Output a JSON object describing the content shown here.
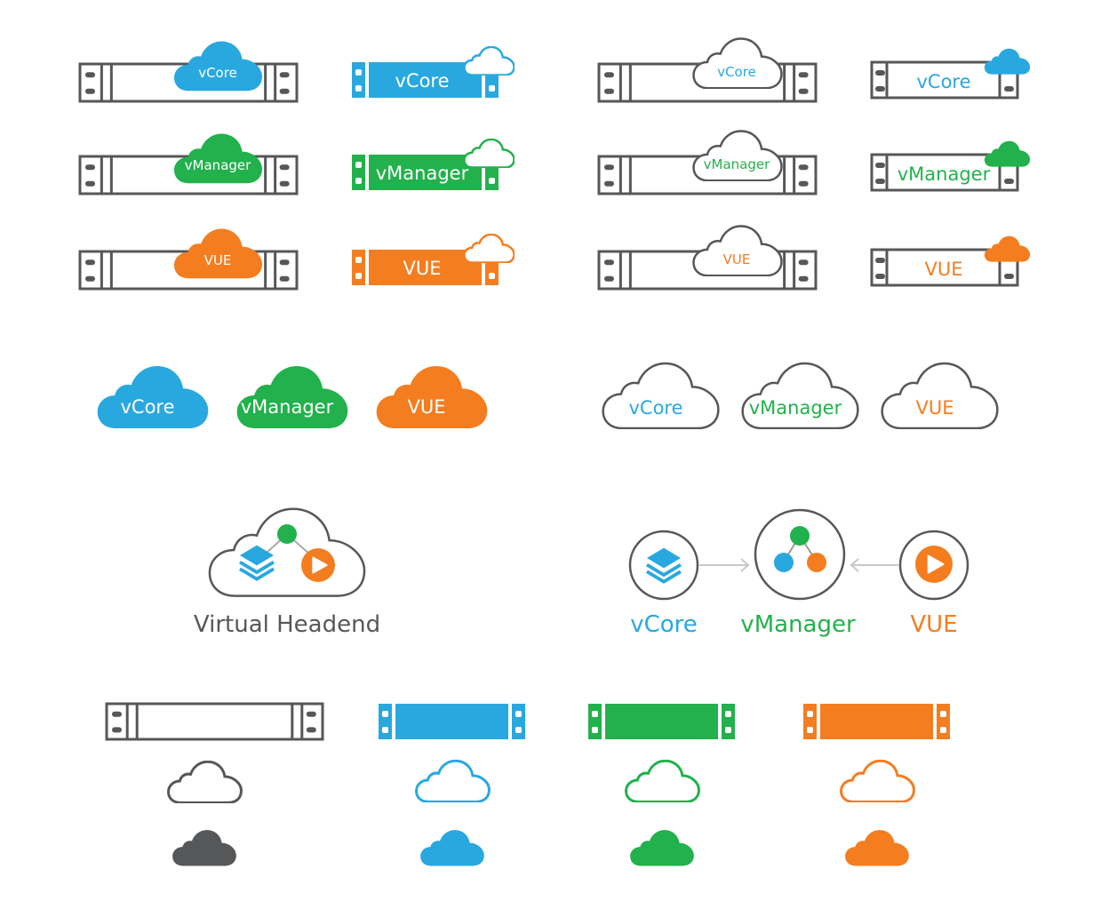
{
  "colors": {
    "blue": "#29a8e0",
    "green": "#22b14c",
    "orange": "#f47d20",
    "gray": "#555759",
    "arrow": "#c8c8c8"
  },
  "products": [
    {
      "label": "vCore",
      "color": "blue",
      "icon": "layers-icon"
    },
    {
      "label": "vManager",
      "color": "green",
      "icon": "share-nodes-icon"
    },
    {
      "label": "VUE",
      "color": "orange",
      "icon": "play-icon"
    }
  ],
  "headend": {
    "title": "Virtual Headend"
  }
}
